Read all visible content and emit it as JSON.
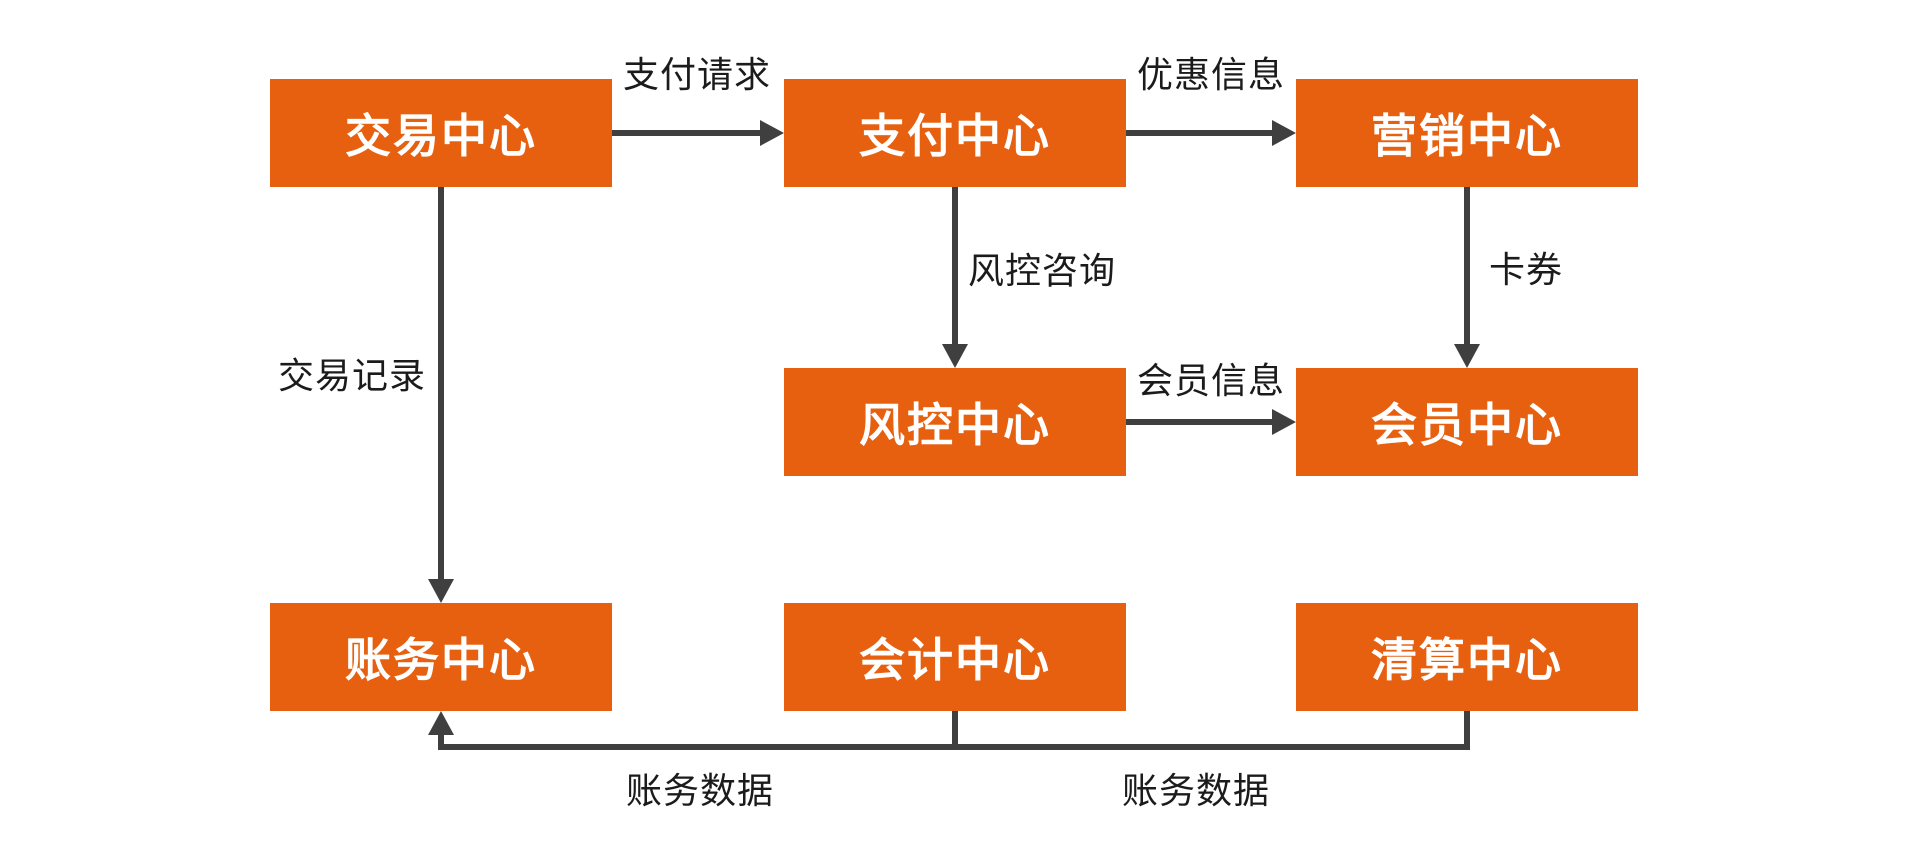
{
  "diagram": {
    "colors": {
      "background": "#FFFFFF",
      "node-fill": "#E6600F",
      "node-text": "#FFFFFF",
      "edge-line": "#3F3F3F",
      "edge-label": "#1B1B1B"
    },
    "nodes": [
      {
        "label": "交易中心"
      },
      {
        "label": "支付中心"
      },
      {
        "label": "营销中心"
      },
      {
        "label": "风控中心"
      },
      {
        "label": "会员中心"
      },
      {
        "label": "账务中心"
      },
      {
        "label": "会计中心"
      },
      {
        "label": "清算中心"
      }
    ],
    "edges": [
      {
        "label": "支付请求",
        "from": "交易中心",
        "to": "支付中心"
      },
      {
        "label": "优惠信息",
        "from": "支付中心",
        "to": "营销中心"
      },
      {
        "label": "风控咨询",
        "from": "支付中心",
        "to": "风控中心"
      },
      {
        "label": "卡券",
        "from": "营销中心",
        "to": "会员中心"
      },
      {
        "label": "会员信息",
        "from": "风控中心",
        "to": "会员中心"
      },
      {
        "label": "交易记录",
        "from": "交易中心",
        "to": "账务中心"
      },
      {
        "label": "账务数据",
        "from": "会计中心",
        "to": "账务中心"
      },
      {
        "label": "账务数据",
        "from": "清算中心",
        "to": "账务中心"
      }
    ]
  }
}
